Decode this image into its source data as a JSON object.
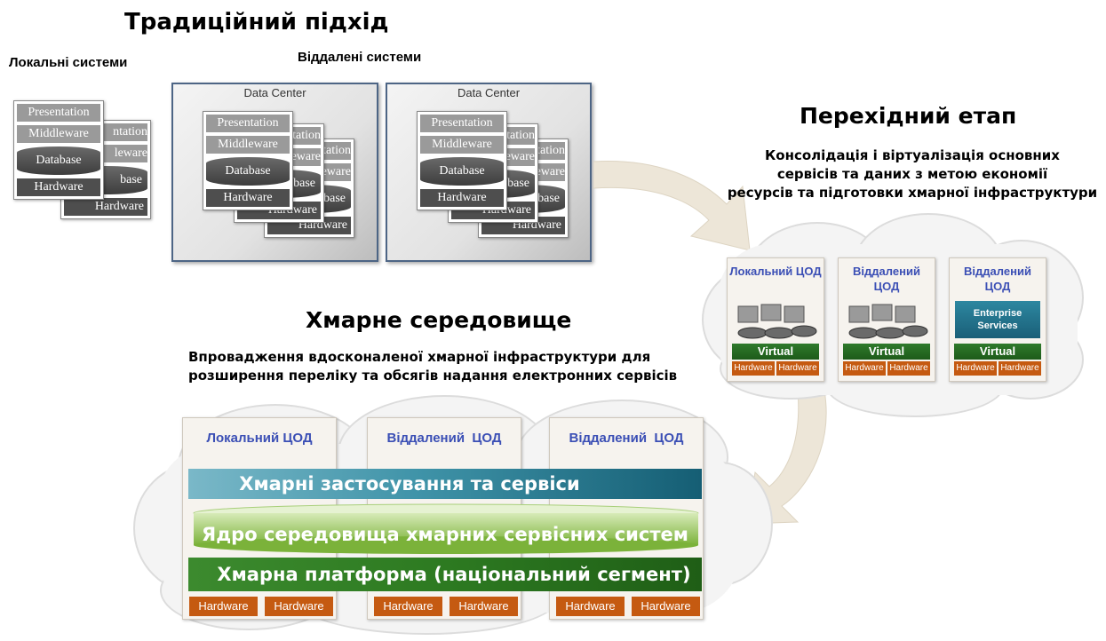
{
  "traditional": {
    "title": "Традиційний підхід",
    "local_label": "Локальні системи",
    "remote_label": "Віддалені системи",
    "dc_label": "Data Center",
    "layers": {
      "presentation": "Presentation",
      "middleware": "Middleware",
      "database": "Database",
      "hardware": "Hardware"
    },
    "partial": {
      "presentation": "ntation",
      "middleware": "leware",
      "database": "base",
      "hardware": "Hardware"
    }
  },
  "transitional": {
    "title": "Перехідний етап",
    "caption": [
      "Консолідація і віртуалізація основних",
      "сервісів та даних з метою економії",
      "ресурсів та підготовки хмарної інфраструктури"
    ],
    "boxes": [
      {
        "header": "Локальний ЦОД",
        "virtual": "Virtual",
        "hw": [
          "Hardware",
          "Hardware"
        ]
      },
      {
        "header": "Віддалений ЦОД",
        "virtual": "Virtual",
        "hw": [
          "Hardware",
          "Hardware"
        ]
      },
      {
        "header": "Віддалений ЦОД",
        "enterprise": "Enterprise Services",
        "virtual": "Virtual",
        "hw": [
          "Hardware",
          "Hardware"
        ]
      }
    ]
  },
  "cloud": {
    "title": "Хмарне середовище",
    "caption": [
      "Впровадження вдосконаленої хмарної інфраструктури для",
      "розширення переліку та обсягів надання електронних сервісів"
    ],
    "boxes": [
      {
        "header": "Локальний ЦОД",
        "hw": [
          "Hardware",
          "Hardware"
        ]
      },
      {
        "header": "Віддалений  ЦОД",
        "hw": [
          "Hardware",
          "Hardware"
        ]
      },
      {
        "header": "Віддалений  ЦОД",
        "hw": [
          "Hardware",
          "Hardware"
        ]
      }
    ],
    "bands": {
      "apps": "Хмарні застосування та сервіси",
      "core": "Ядро середовища хмарних сервісних систем",
      "platform": "Хмарна платформа (національний сегмент)"
    }
  },
  "colors": {
    "accent_blue": "#3b4fb5",
    "hardware_orange": "#c55a11",
    "virtual_green": "#1e5b1a",
    "apps_teal": "#3f93a8",
    "core_green": "#8fc34a",
    "platform_green": "#2d7a21",
    "dc_border": "#4d6585"
  }
}
